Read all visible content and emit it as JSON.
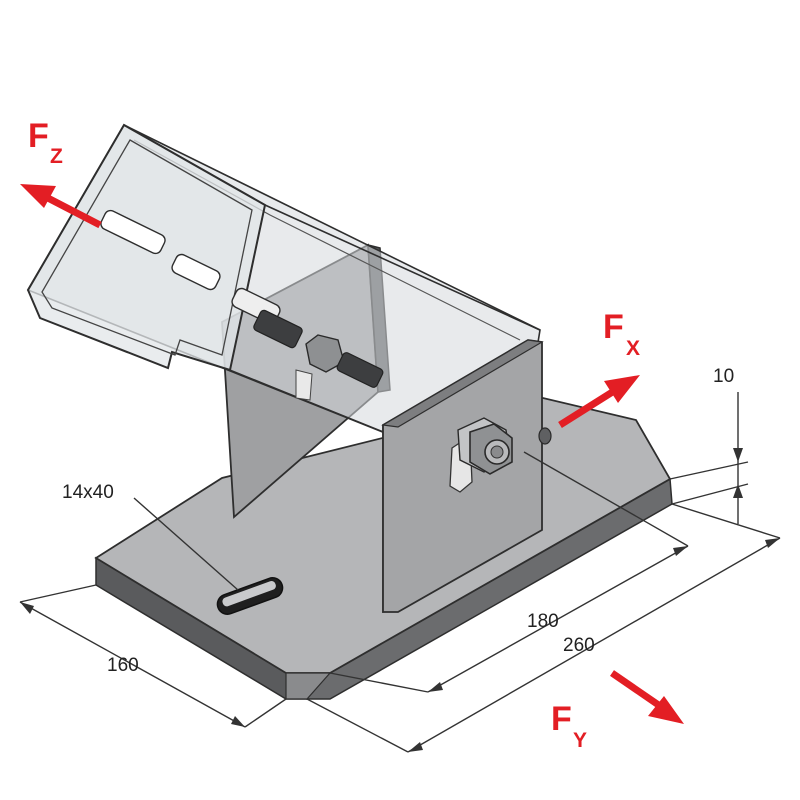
{
  "colors": {
    "force": "#e31e24",
    "steel_top": "#b5b6b8",
    "steel_edge": "#5a5b5d",
    "plate_face": "#9fa0a2",
    "channel_fill": "#d6d9dc",
    "outline": "#2e2e2e",
    "dimension": "#333333"
  },
  "forces": [
    {
      "main": "F",
      "sub": "Z",
      "direction": "up-left"
    },
    {
      "main": "F",
      "sub": "X",
      "direction": "up-right"
    },
    {
      "main": "F",
      "sub": "Y",
      "direction": "down-right"
    }
  ],
  "dimensions": {
    "plate_thickness": "10",
    "slot": "14x40",
    "width": "160",
    "hole_spacing": "180",
    "length": "260"
  },
  "parts": {
    "base_plate": "base-plate",
    "fin_plate": "fin-plate",
    "end_plate": "end-plate",
    "channel": "strut-channel",
    "bolt": "hex-bolt-and-nut"
  }
}
